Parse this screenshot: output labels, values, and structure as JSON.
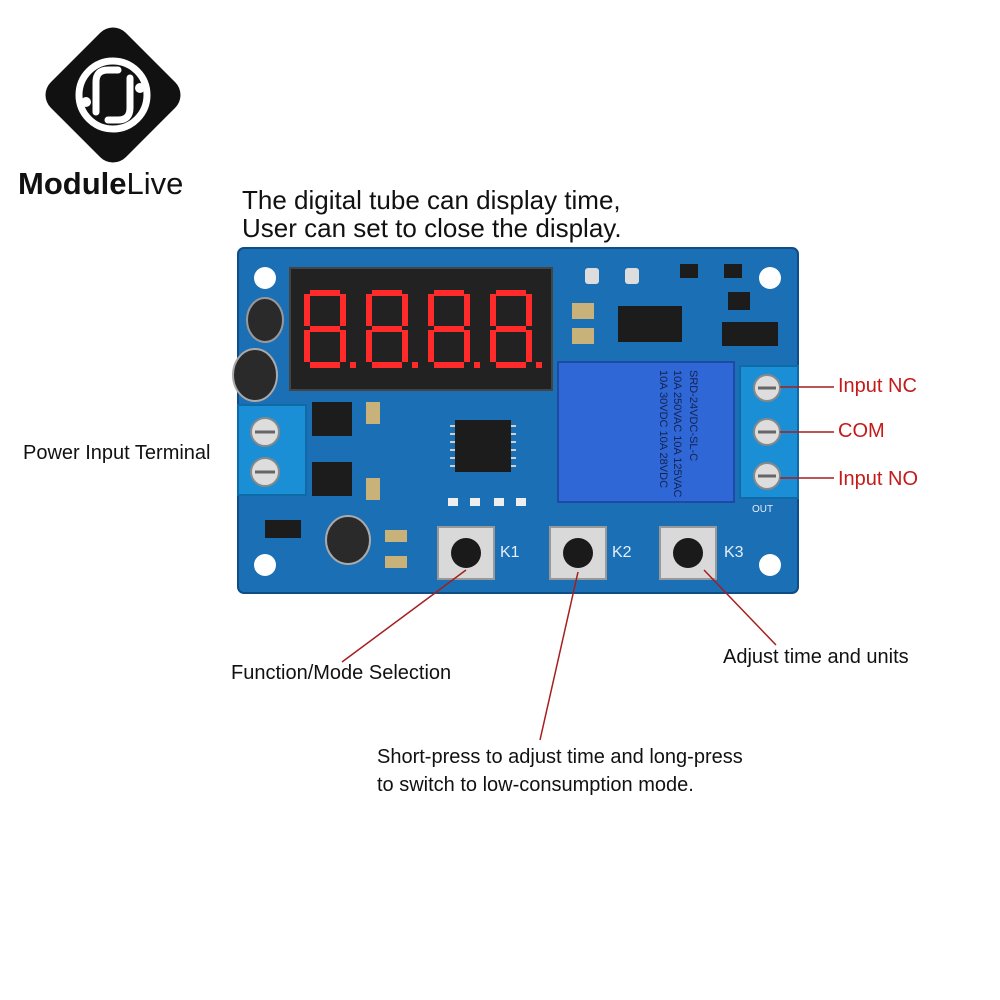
{
  "brand": {
    "name_bold": "Module",
    "name_light": "Live"
  },
  "headline": {
    "line1": "The digital tube can display time,",
    "line2": "User can set to close the display."
  },
  "board": {
    "display_digits": [
      "8.",
      "8.",
      "8.",
      "8."
    ],
    "button_labels": [
      "K1",
      "K2",
      "K3"
    ],
    "relay_text": [
      "SRD-24VDC-SL-C",
      "10A 250VAC 10A 125VAC",
      "10A 30VDC 10A 28VDC"
    ],
    "out_label": "OUT",
    "led_color": "#ff2a2a",
    "pcb_color": "#1b6fb5",
    "relay_color": "#2f67d6",
    "terminal_color": "#1b8fd6"
  },
  "callouts": {
    "input_nc": "Input NC",
    "com": "COM",
    "input_no": "Input NO",
    "power_input": "Power Input Terminal",
    "function_mode": "Function/Mode Selection",
    "adjust_time": "Adjust time and units",
    "short_press_line1": "Short-press to adjust time and long-press",
    "short_press_line2": "to switch to low-consumption mode."
  }
}
